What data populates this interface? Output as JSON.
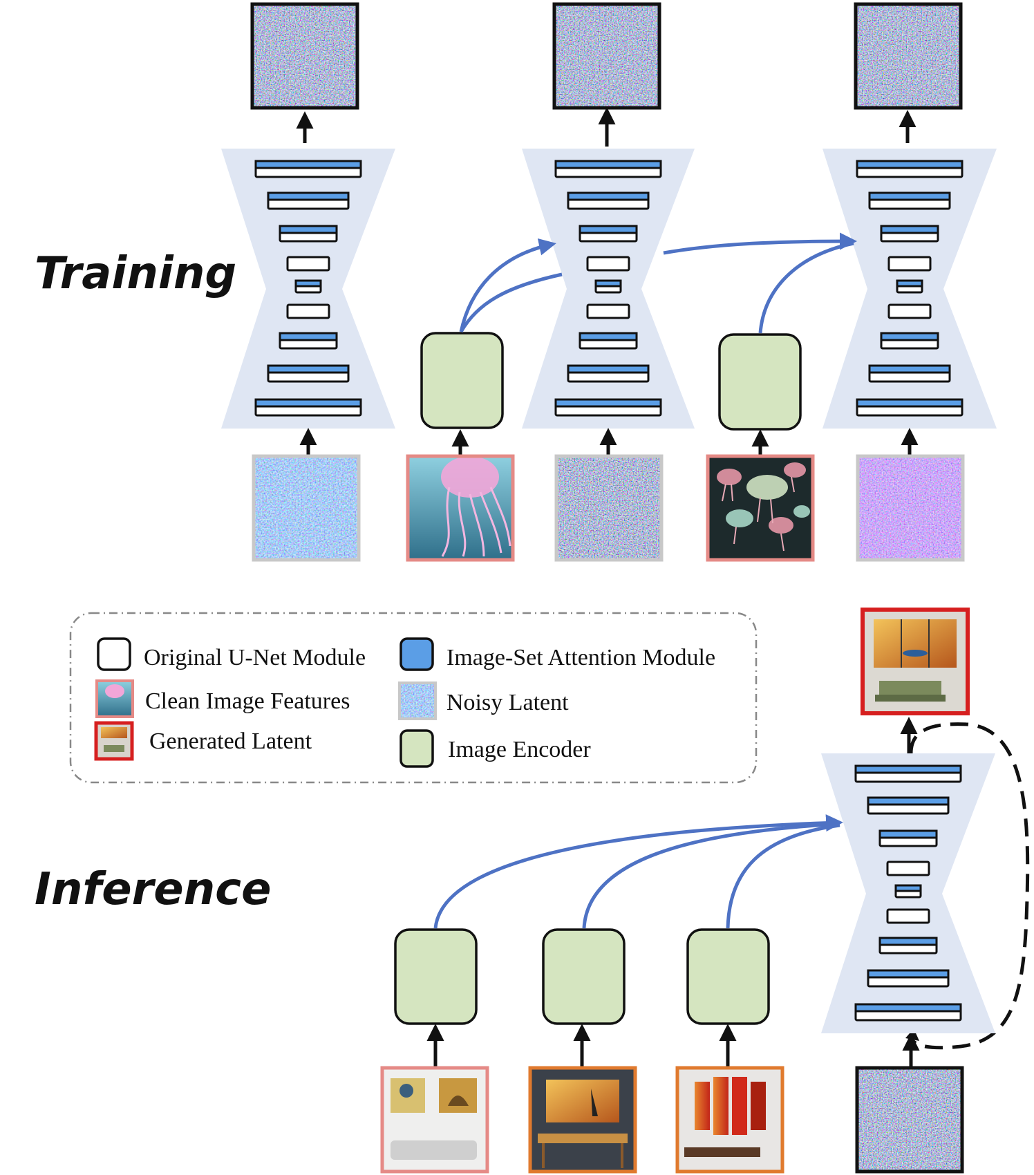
{
  "sections": {
    "training_label": "Training",
    "inference_label": "Inference"
  },
  "legend": {
    "original_unet_module": "Original U-Net Module",
    "image_set_attention_module": "Image-Set Attention Module",
    "clean_image_features": "Clean Image Features",
    "noisy_latent": "Noisy Latent",
    "generated_latent": "Generated Latent",
    "image_encoder": "Image Encoder"
  },
  "colors": {
    "unet_background": "#dfe6f3",
    "attention_blue": "#5b9ee6",
    "encoder_green": "#d5e5c0",
    "arrow_blue": "#4e72c4",
    "clean_frame": "#e58a86",
    "noisy_frame": "#c8c8c8",
    "generated_frame": "#d61f1f",
    "inference_frame": "#e07a2e",
    "stroke": "#111111"
  },
  "icons": {
    "noise_image": "noise-texture-icon",
    "jellyfish_image": "jellyfish-photo-icon",
    "room_image": "living-room-photo-icon"
  }
}
